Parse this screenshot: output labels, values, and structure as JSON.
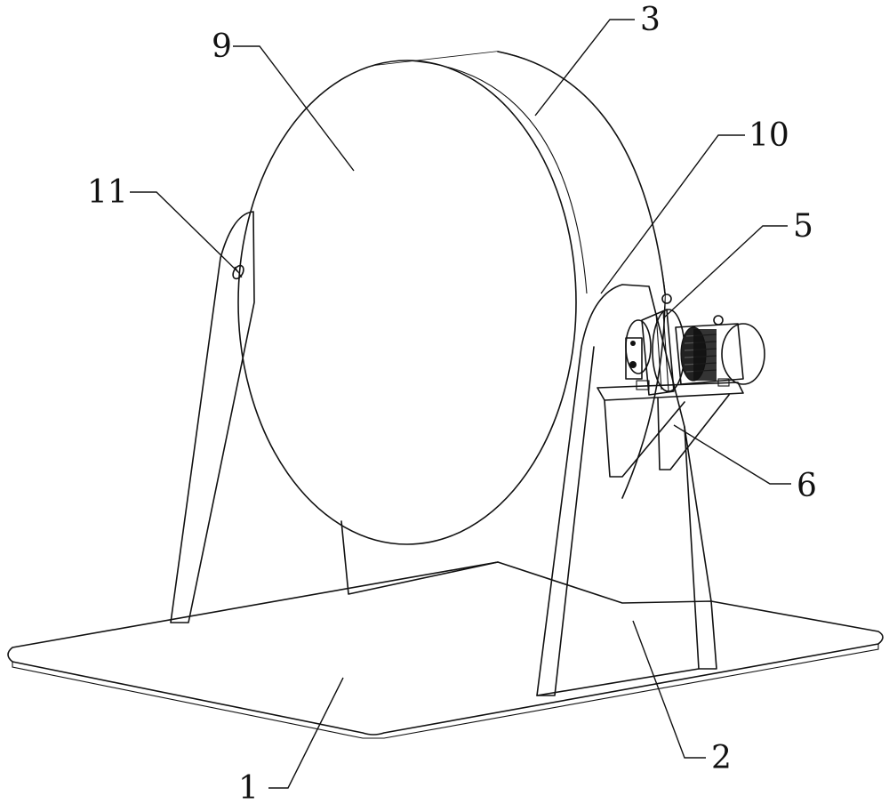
{
  "callouts": {
    "base_plate": "1",
    "right_frame": "2",
    "drum": "3",
    "motor": "5",
    "motor_bracket": "6",
    "drum_end_face": "9",
    "coupling": "10",
    "pivot_bolt": "11"
  },
  "colors": {
    "line": "#111111",
    "background": "#ffffff"
  }
}
